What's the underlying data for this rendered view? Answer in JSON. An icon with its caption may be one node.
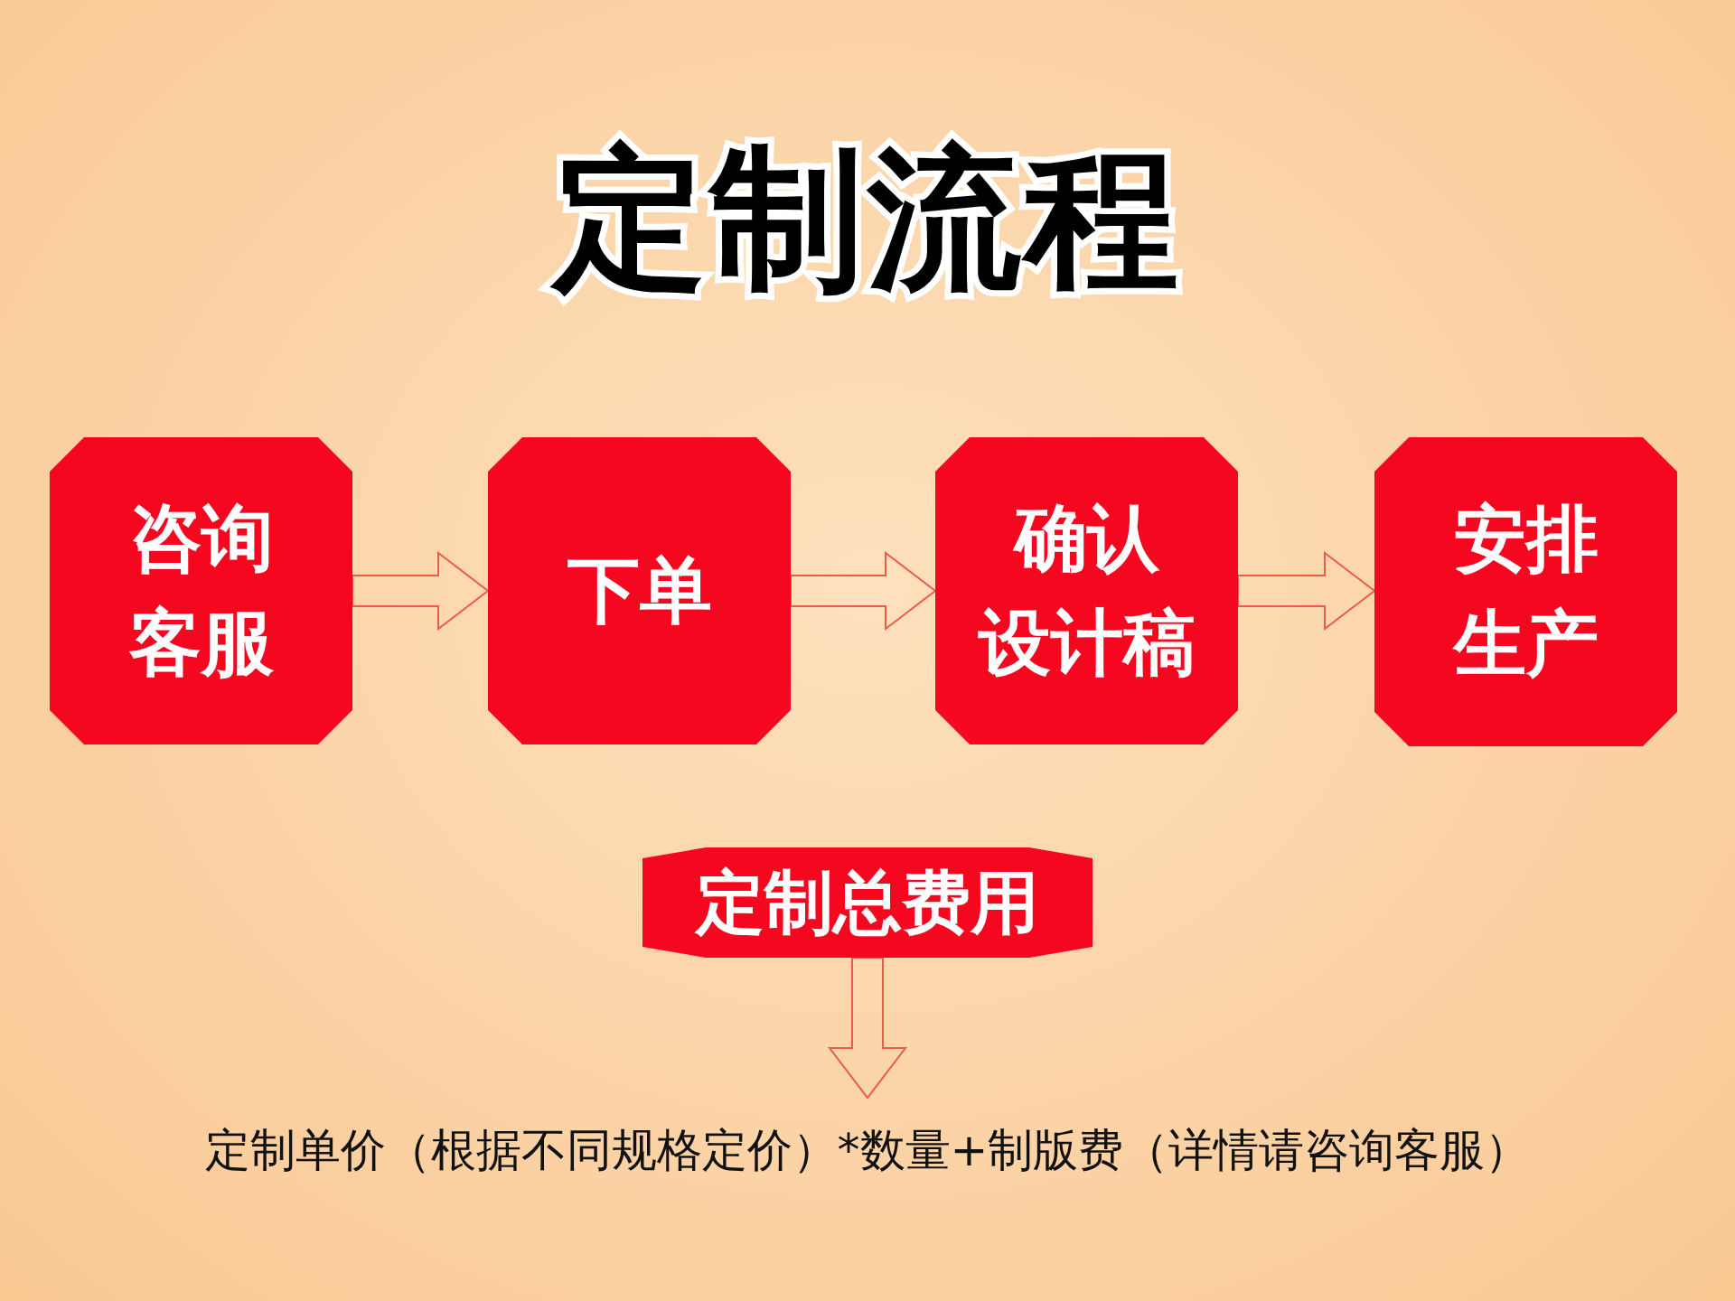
{
  "diagram": {
    "title": "定制流程",
    "nodes": [
      {
        "text": [
          "咨询客服"
        ]
      },
      {
        "text": [
          "下单"
        ]
      },
      {
        "text": [
          "确认设计稿"
        ]
      },
      {
        "text": [
          "安排生产"
        ]
      },
      {
        "text": [
          "定制总费用"
        ]
      },
      {
        "text": [
          "定制单价（根据不同规格定价）*数量+制版费（详情请咨询客服）"
        ]
      }
    ],
    "edges": [
      {
        "from": 0,
        "to": 1,
        "arrow": "to"
      },
      {
        "from": 1,
        "to": 2,
        "arrow": "to"
      },
      {
        "from": 2,
        "to": 3,
        "arrow": "to"
      },
      {
        "from": 4,
        "to": 5,
        "arrow": "to"
      }
    ]
  }
}
